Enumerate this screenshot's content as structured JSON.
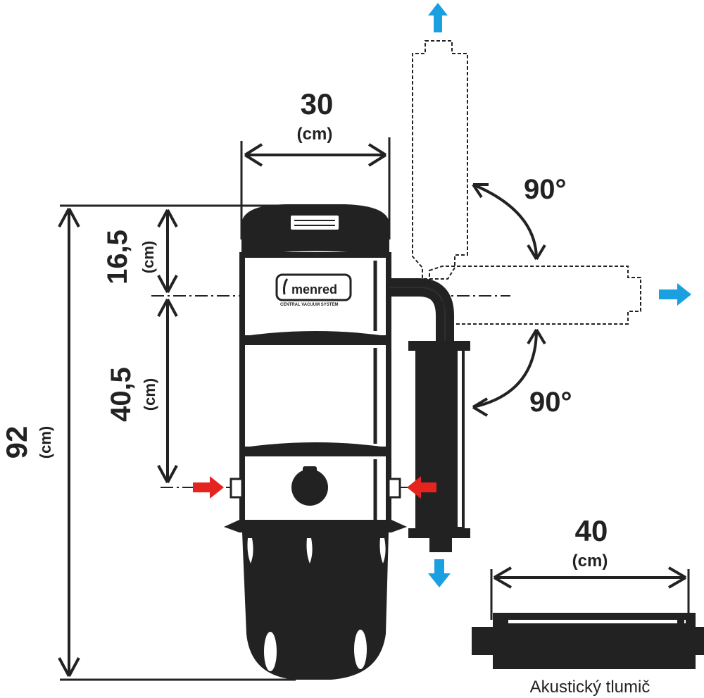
{
  "dimensions": {
    "width_top": {
      "value": "30",
      "unit": "(cm)"
    },
    "top_section": {
      "value": "16,5",
      "unit": "(cm)"
    },
    "mid_section": {
      "value": "40,5",
      "unit": "(cm)"
    },
    "total_height": {
      "value": "92",
      "unit": "(cm)"
    },
    "silencer_length": {
      "value": "40",
      "unit": "(cm)"
    }
  },
  "angles": {
    "upper": "90°",
    "lower": "90°"
  },
  "brand": {
    "name": "menred",
    "tagline": "CENTRAL VACUUM SYSTEM"
  },
  "silencer": {
    "label": "Akustický tlumič"
  },
  "colors": {
    "ink": "#222222",
    "exhaust_arrow": "#1a9fe0",
    "inlet_arrow": "#e52420"
  }
}
